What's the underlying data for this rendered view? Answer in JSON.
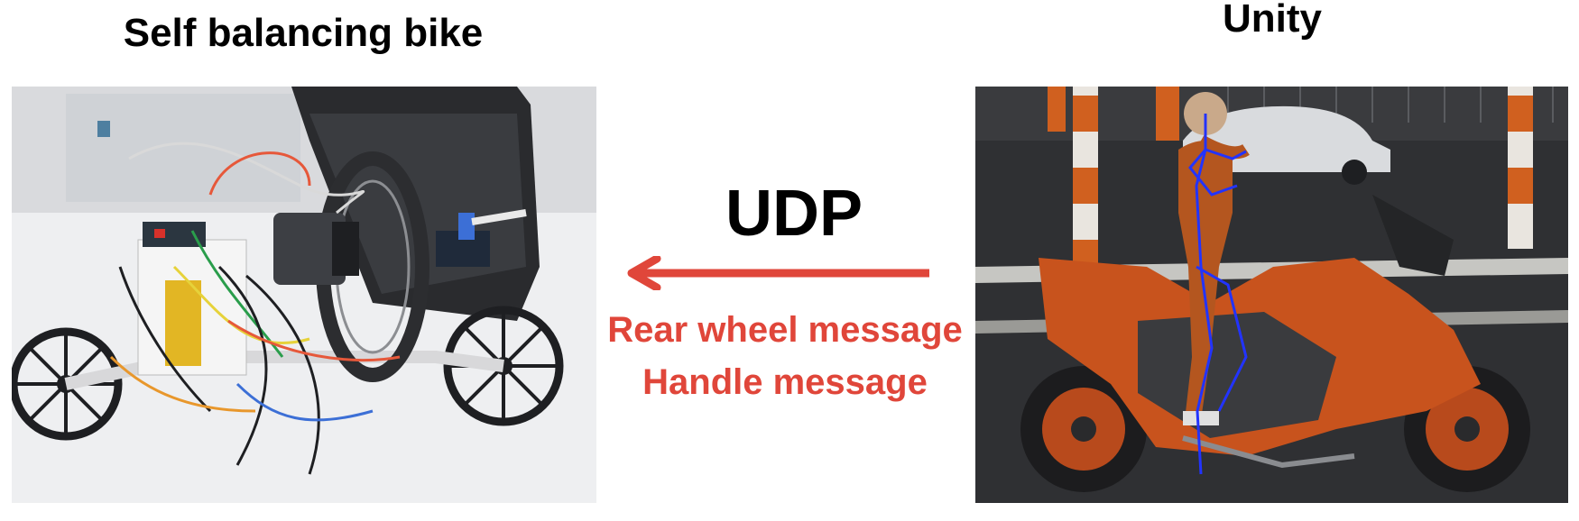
{
  "left_panel": {
    "title": "Self balancing bike"
  },
  "right_panel": {
    "title": "Unity"
  },
  "link": {
    "protocol": "UDP",
    "messages": [
      "Rear wheel message",
      "Handle message"
    ],
    "arrow_direction": "right-to-left",
    "arrow_color": "#e0463a",
    "message_color": "#e0463a"
  }
}
